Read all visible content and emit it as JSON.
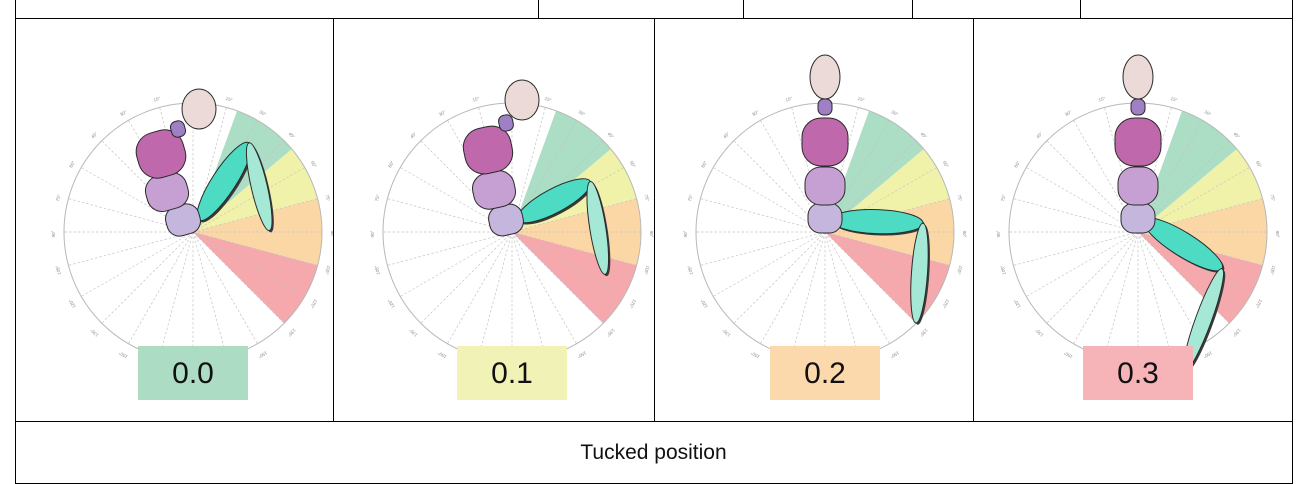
{
  "colors": {
    "zone_green": "#abdec4",
    "zone_yellow": "#eff2a8",
    "zone_orange": "#fcd7a6",
    "zone_red": "#f5a9ac",
    "head": "#ecdad8",
    "neck": "#a080c4",
    "chest": "#c068ac",
    "abdomen": "#c6a0d2",
    "pelvis": "#c4b6dc",
    "thigh": "#4ddbc4",
    "shank": "#a6e8d6"
  },
  "panels": [
    {
      "label": "0.0",
      "label_color": "#acdcc4"
    },
    {
      "label": "0.1",
      "label_color": "#f1f3b6"
    },
    {
      "label": "0.2",
      "label_color": "#fcd9ac"
    },
    {
      "label": "0.3",
      "label_color": "#f7b4b8"
    }
  ],
  "caption": "Tucked position"
}
